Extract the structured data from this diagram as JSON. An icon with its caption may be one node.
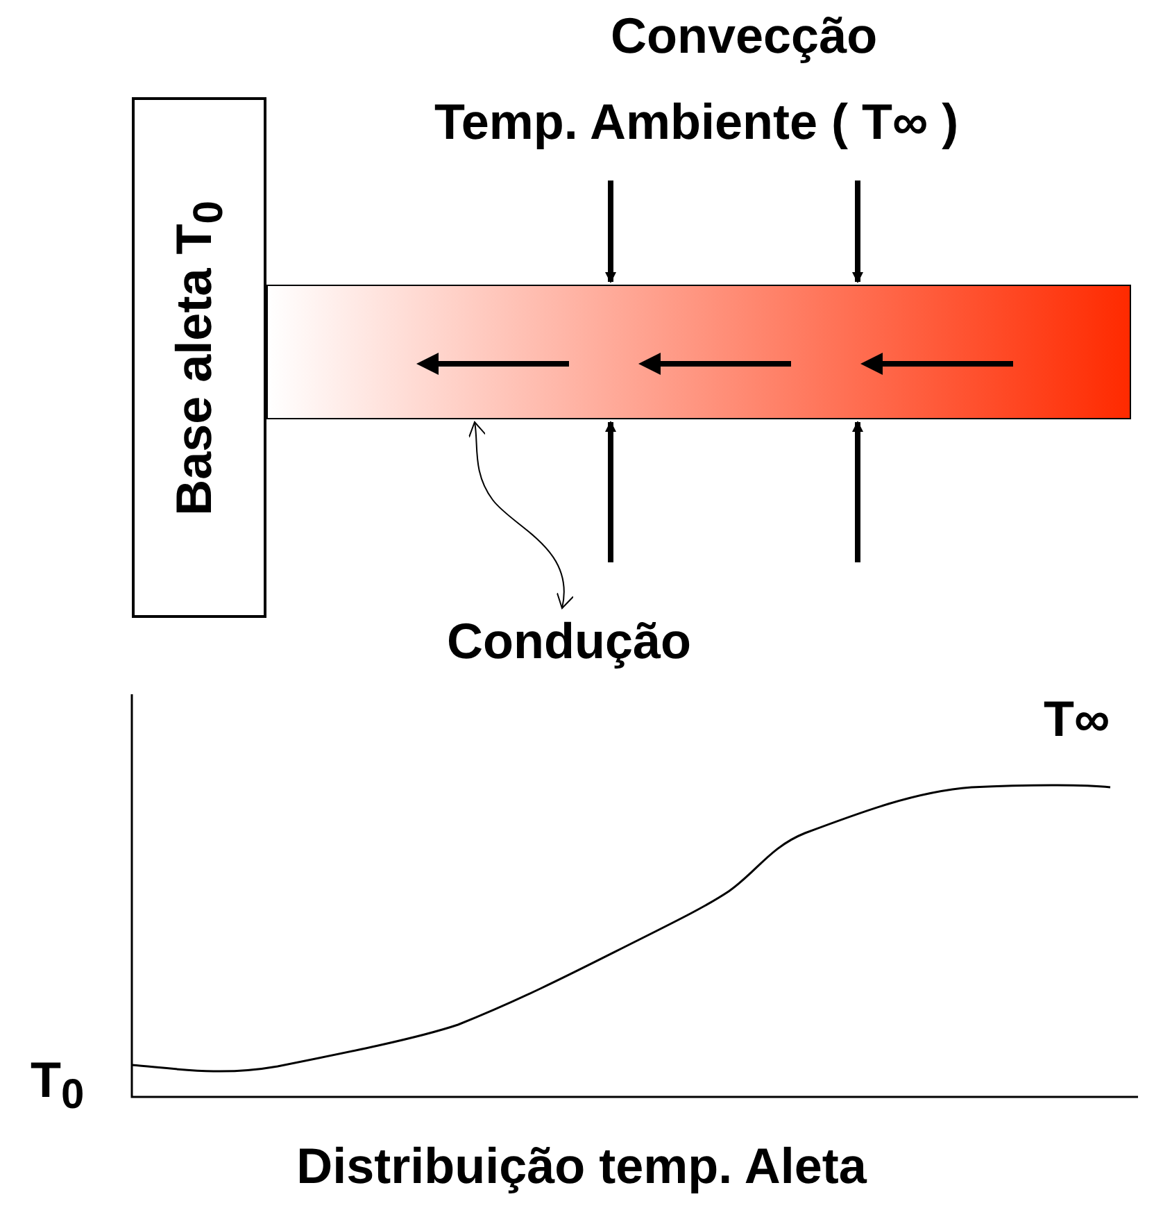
{
  "diagram": {
    "caption": "Distribuição temp. Aleta",
    "nodes": [
      {
        "text": [
          "Base aleta T$_{0}$"
        ]
      },
      {
        "text": [],
        "shape": "bar"
      },
      {
        "text": [
          "Condução"
        ]
      }
    ],
    "edges": [
      {
        "from": null,
        "to": 1,
        "arrow": "to"
      },
      {
        "from": null,
        "to": 1,
        "arrow": "to"
      },
      {
        "from": null,
        "to": 1,
        "arrow": "to"
      },
      {
        "from": null,
        "to": 1,
        "arrow": "to"
      },
      {
        "from": 2,
        "to": 1,
        "arrow": "both"
      }
    ],
    "labels": [
      "Convecção",
      "Temp. Ambiente ( T∞ )",
      "T∞",
      "T$_{0}$"
    ]
  }
}
